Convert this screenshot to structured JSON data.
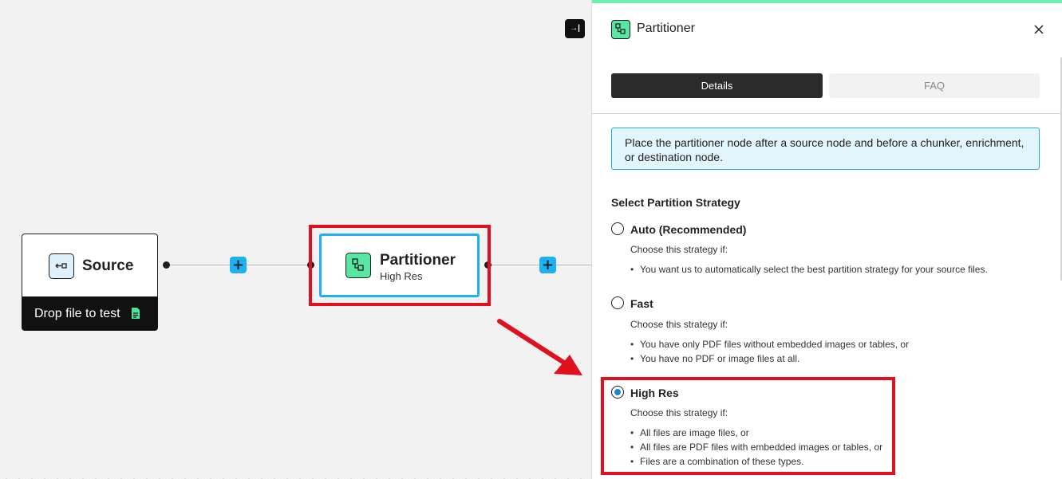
{
  "canvas": {
    "source_node": {
      "title": "Source",
      "footer_label": "Drop file to test"
    },
    "partitioner_node": {
      "title": "Partitioner",
      "subtitle": "High Res"
    },
    "add_step_symbol": "+",
    "collapse_symbol": "→|"
  },
  "panel": {
    "title": "Partitioner",
    "tabs": [
      {
        "label": "Details",
        "active": true
      },
      {
        "label": "FAQ",
        "active": false
      }
    ],
    "info_text": "Place the partitioner node after a source node and before a chunker, enrichment, or destination node.",
    "section_title": "Select Partition Strategy",
    "options": [
      {
        "label": "Auto (Recommended)",
        "selected": false,
        "desc": "Choose this strategy if:",
        "bullets": [
          "You want us to automatically select the best partition strategy for your source files."
        ]
      },
      {
        "label": "Fast",
        "selected": false,
        "desc": "Choose this strategy if:",
        "bullets": [
          "You have only PDF files without embedded images or tables, or",
          "You have no PDF or image files at all."
        ]
      },
      {
        "label": "High Res",
        "selected": true,
        "desc": "Choose this strategy if:",
        "bullets": [
          "All files are image files, or",
          "All files are PDF files with embedded images or tables, or",
          "Files are a combination of these types."
        ]
      }
    ]
  },
  "colors": {
    "accent_blue": "#1fb0ef",
    "accent_green": "#58e6a2",
    "highlight_red": "#e0101f",
    "info_bg": "#e2f4fc"
  },
  "icons": {
    "source": "source-arrow-icon",
    "partitioner": "partitioner-icon",
    "document": "document-icon",
    "close": "close-icon",
    "collapse": "collapse-panel-icon"
  }
}
